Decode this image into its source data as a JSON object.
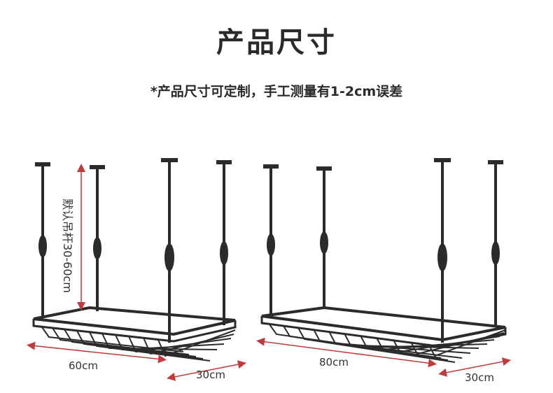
{
  "title": "产品尺寸",
  "subtitle": "*产品尺寸可定制，手工测量有1-2cm误差",
  "left_rack": {
    "pole_label": "默认吊杆30-60cm",
    "length_label": "60cm",
    "width_label": "30cm"
  },
  "right_rack": {
    "length_label": "80cm",
    "width_label": "30cm"
  },
  "colors": {
    "dimension": "#c0393b",
    "rack": "#2b2b2b"
  }
}
